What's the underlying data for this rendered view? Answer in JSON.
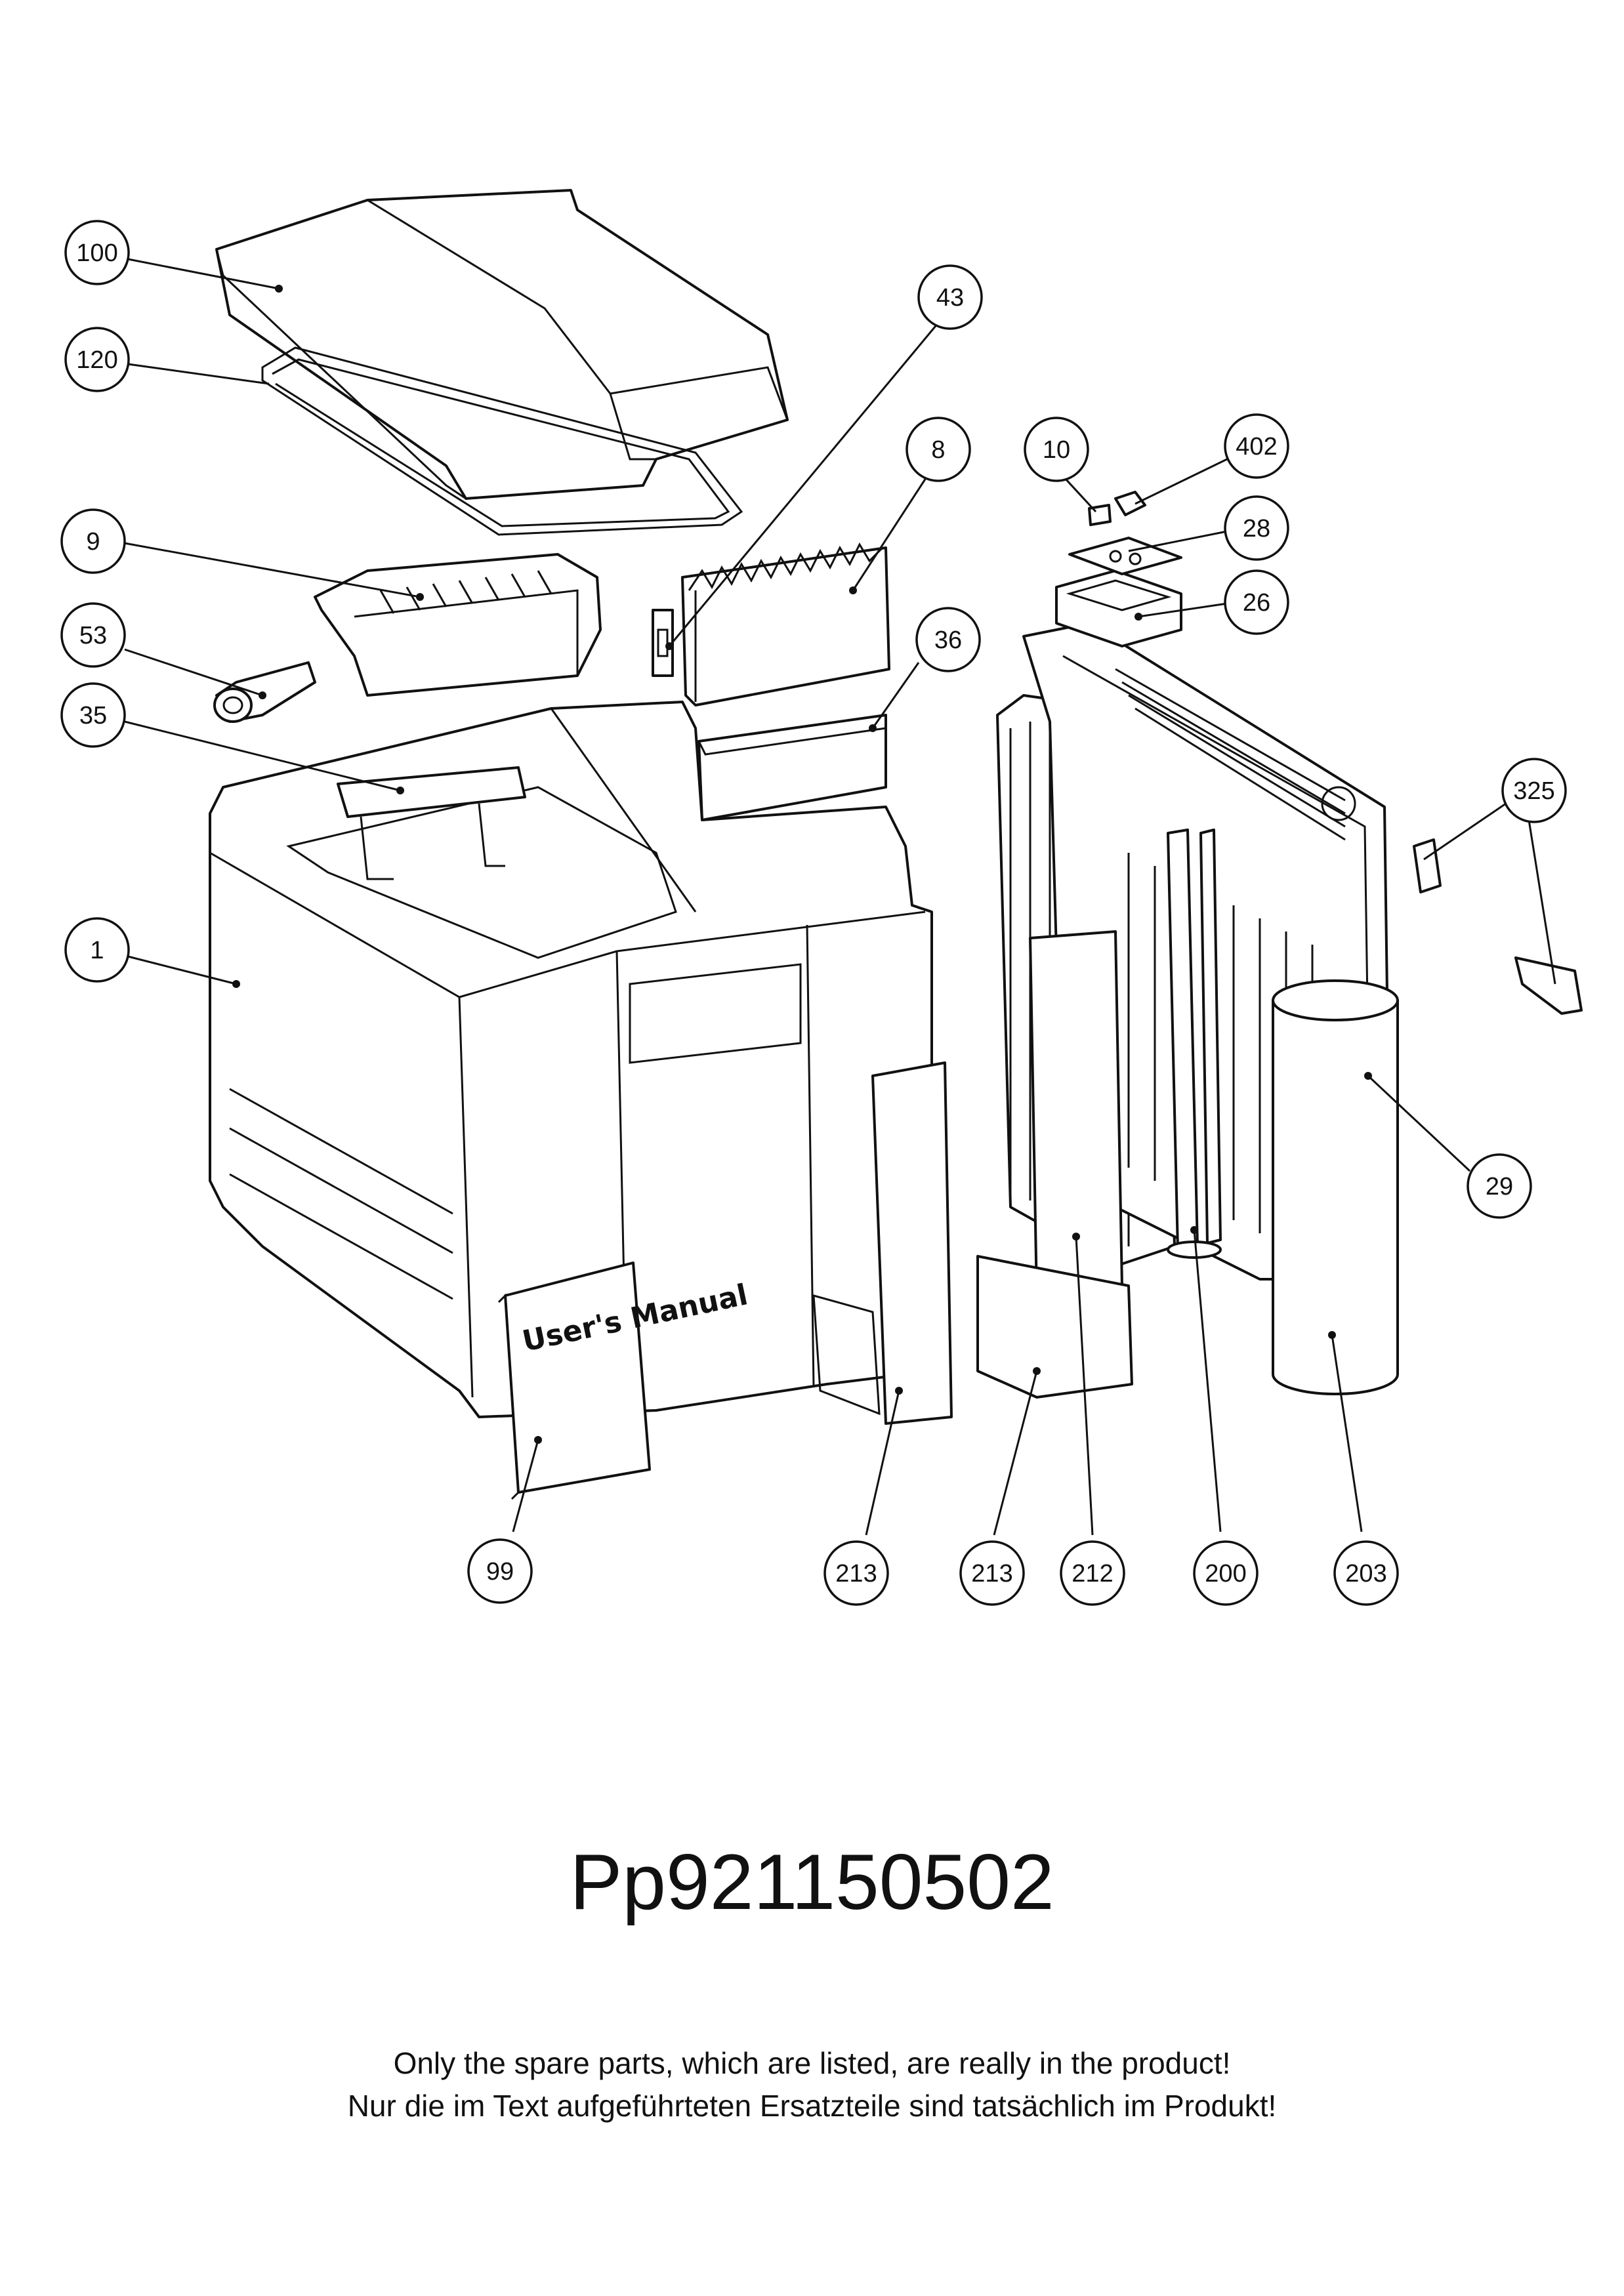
{
  "diagram": {
    "callouts": [
      {
        "id": "c100",
        "label": "100"
      },
      {
        "id": "c120",
        "label": "120"
      },
      {
        "id": "c43",
        "label": "43"
      },
      {
        "id": "c8",
        "label": "8"
      },
      {
        "id": "c10",
        "label": "10"
      },
      {
        "id": "c402",
        "label": "402"
      },
      {
        "id": "c28",
        "label": "28"
      },
      {
        "id": "c26",
        "label": "26"
      },
      {
        "id": "c9",
        "label": "9"
      },
      {
        "id": "c53",
        "label": "53"
      },
      {
        "id": "c36",
        "label": "36"
      },
      {
        "id": "c35",
        "label": "35"
      },
      {
        "id": "c325",
        "label": "325"
      },
      {
        "id": "c1",
        "label": "1"
      },
      {
        "id": "c29",
        "label": "29"
      },
      {
        "id": "c99",
        "label": "99"
      },
      {
        "id": "c213a",
        "label": "213"
      },
      {
        "id": "c213b",
        "label": "213"
      },
      {
        "id": "c212",
        "label": "212"
      },
      {
        "id": "c200",
        "label": "200"
      },
      {
        "id": "c203",
        "label": "203"
      }
    ],
    "manual_cover_text": "User's Manual"
  },
  "part_number": "Pp921150502",
  "notes": {
    "english": "Only the spare parts, which are listed, are really in the product!",
    "german": "Nur die im Text aufgeführteten Ersatzteile sind tatsächlich im Produkt!"
  }
}
